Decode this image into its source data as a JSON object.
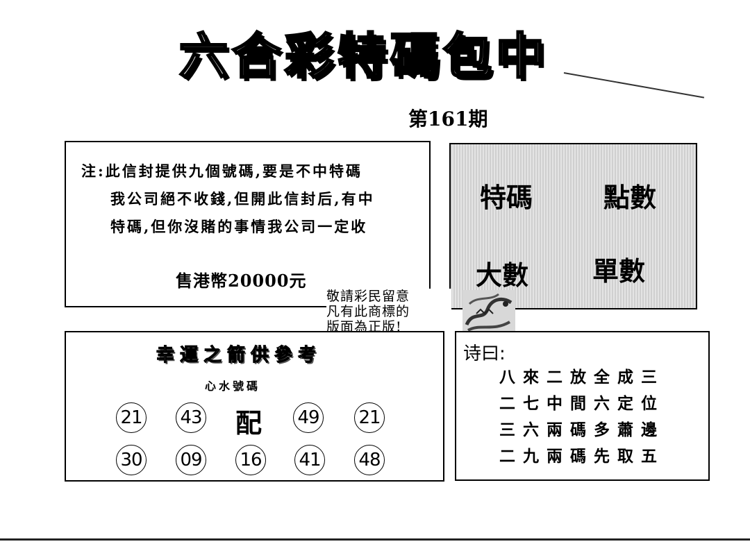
{
  "header": {
    "title": "六合彩特碼包中",
    "issue": "第161期"
  },
  "note_box": {
    "lines": [
      "注:此信封提供九個號碼,要是不中特碼",
      "我公司絕不收錢,但開此信封后,有中",
      "特碼,但你沒賭的事情我公司一定收"
    ],
    "price": "售港幣20000元"
  },
  "gray_box": {
    "top_left": "特碼",
    "top_right": "點數",
    "bottom_left": "大數",
    "bottom_right": "單數"
  },
  "notice": {
    "lines": [
      "敬請彩民留意",
      "凡有此商標的",
      "版面為正版!"
    ],
    "logo_icon": "dragon-logo-icon"
  },
  "lucky_box": {
    "title": "幸運之箭供參考",
    "subtitle": "心水號碼",
    "pair_label": "配",
    "row1": [
      "21",
      "43",
      "49",
      "21"
    ],
    "row2": [
      "30",
      "09",
      "16",
      "41",
      "48"
    ]
  },
  "poem_box": {
    "title": "诗曰:",
    "lines": [
      "八來二放全成三",
      "二七中間六定位",
      "三六兩碼多蕭邊",
      "二九兩碼先取五"
    ]
  }
}
